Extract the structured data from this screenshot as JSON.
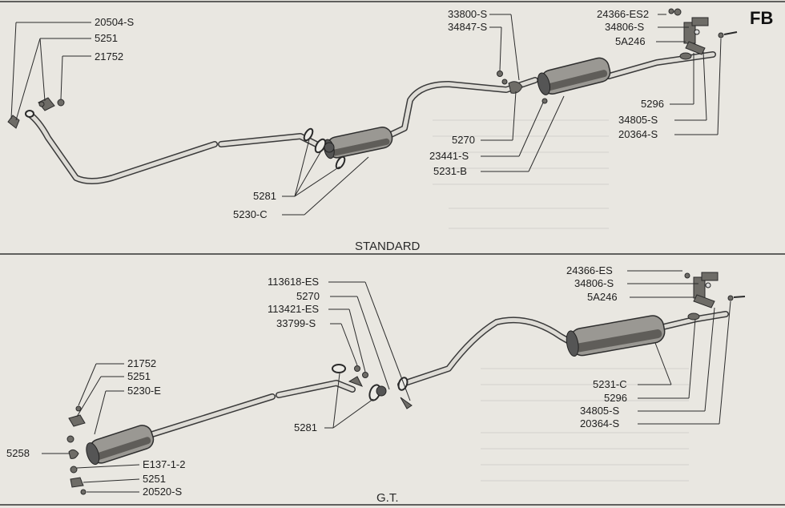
{
  "page_code": "FB",
  "standard": {
    "title": "STANDARD",
    "labels": {
      "p20504s": "20504-S",
      "p5251": "5251",
      "p21752": "21752",
      "p33800s": "33800-S",
      "p34847s": "34847-S",
      "p24366es2": "24366-ES2",
      "p34806s": "34806-S",
      "p5a246": "5A246",
      "p5296": "5296",
      "p34805s": "34805-S",
      "p20364s": "20364-S",
      "p5270": "5270",
      "p23441s": "23441-S",
      "p5231b": "5231-B",
      "p5281": "5281",
      "p5230c": "5230-C"
    }
  },
  "gt": {
    "title": "G.T.",
    "labels": {
      "p113618es": "113618-ES",
      "p5270": "5270",
      "p113421es": "113421-ES",
      "p33799s": "33799-S",
      "p24366es": "24366-ES",
      "p34806s": "34806-S",
      "p5a246": "5A246",
      "p21752": "21752",
      "p5251a": "5251",
      "p5230e": "5230-E",
      "p5258": "5258",
      "pe137": "E137-1-2",
      "p5251b": "5251",
      "p20520s": "20520-S",
      "p5281": "5281",
      "p5231c": "5231-C",
      "p5296": "5296",
      "p34805s": "34805-S",
      "p20364s": "20364-S"
    }
  }
}
